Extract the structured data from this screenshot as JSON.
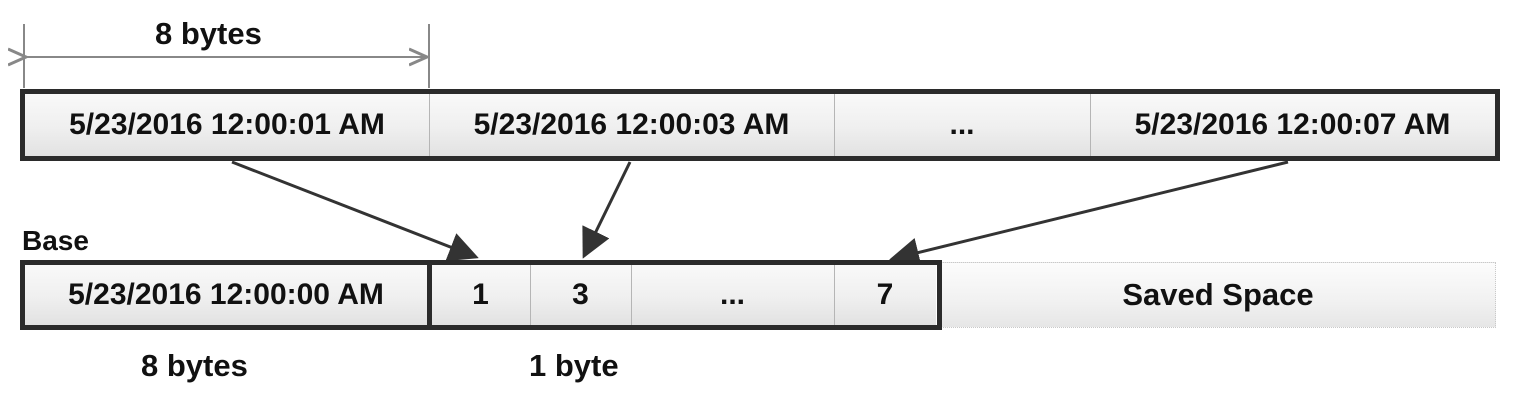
{
  "top_row": {
    "cells": [
      "5/23/2016 12:00:01 AM",
      "5/23/2016 12:00:03 AM",
      "...",
      "5/23/2016 12:00:07 AM"
    ]
  },
  "bottom_row": {
    "base_label": "Base",
    "base_cell": "5/23/2016 12:00:00 AM",
    "offset_cells": [
      "1",
      "3",
      "...",
      "7"
    ],
    "saved_space_label": "Saved Space"
  },
  "annotations": {
    "top_size": "8 bytes",
    "bottom_base_size": "8 bytes",
    "bottom_offset_size": "1 byte"
  },
  "colors": {
    "frame": "#2b2b2b",
    "arrow": "#333333",
    "dimension_line": "#888888"
  }
}
